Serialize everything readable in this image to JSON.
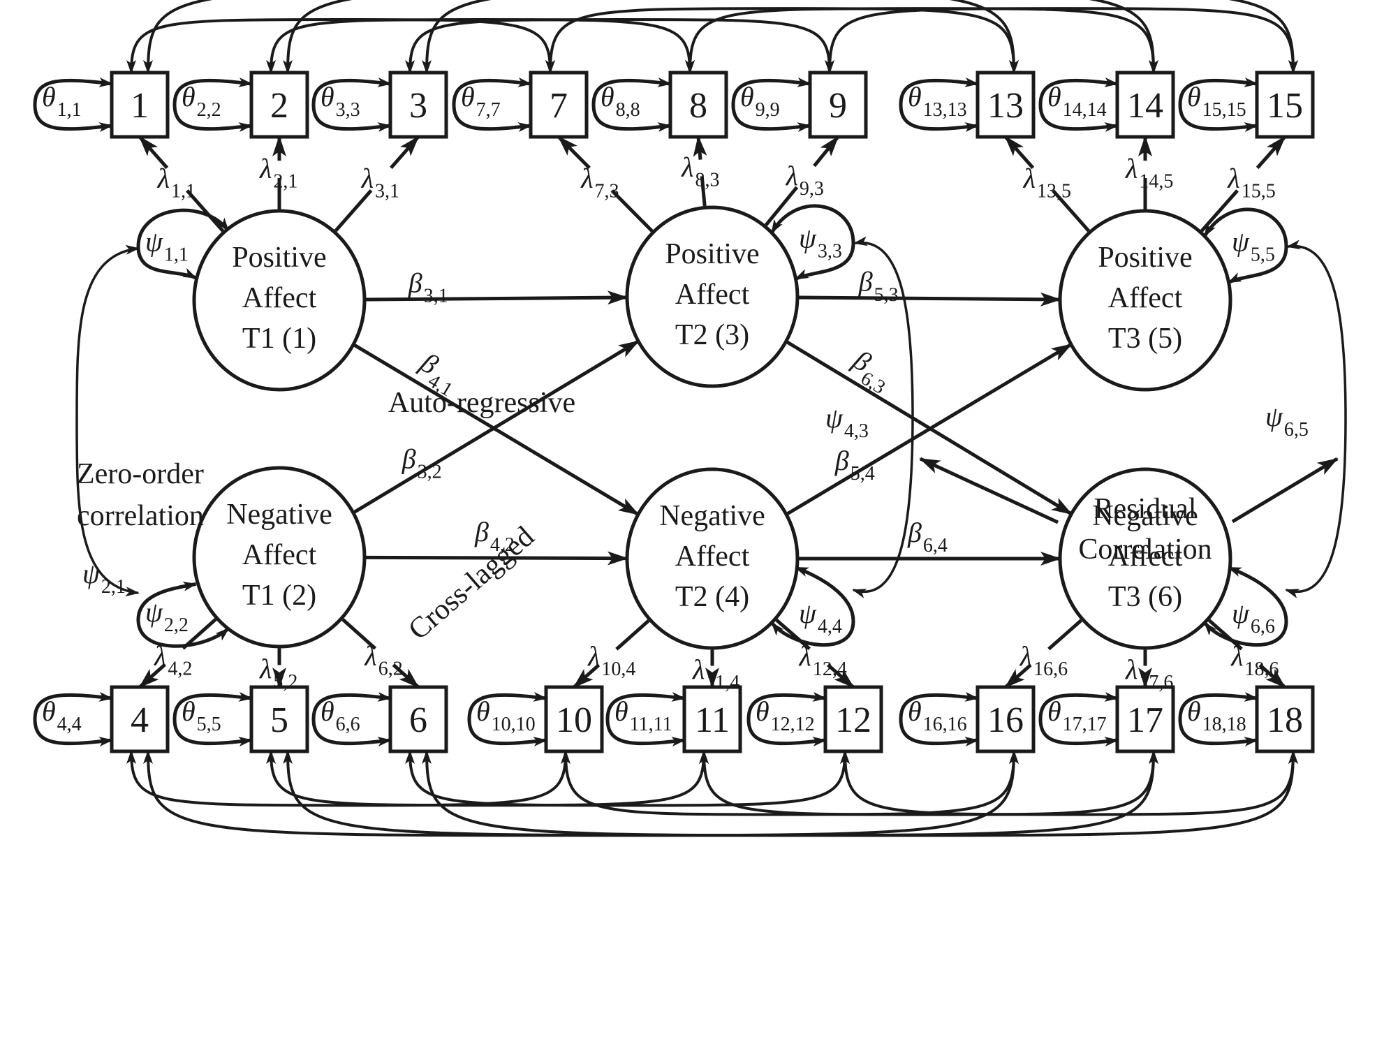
{
  "diagram": {
    "type": "structural-equation-model",
    "colors": {
      "ink": "#1a1a1a",
      "background": "#ffffff"
    },
    "latents": [
      {
        "id": 1,
        "lines": [
          "Positive",
          "Affect",
          "T1 (1)"
        ]
      },
      {
        "id": 2,
        "lines": [
          "Negative",
          "Affect",
          "T1 (2)"
        ]
      },
      {
        "id": 3,
        "lines": [
          "Positive",
          "Affect",
          "T2 (3)"
        ]
      },
      {
        "id": 4,
        "lines": [
          "Negative",
          "Affect",
          "T2 (4)"
        ]
      },
      {
        "id": 5,
        "lines": [
          "Positive",
          "Affect",
          "T3 (5)"
        ]
      },
      {
        "id": 6,
        "lines": [
          "Negative",
          "Affect",
          "T3 (6)"
        ]
      }
    ],
    "indicators_top": [
      {
        "label": "1",
        "theta": {
          "sym": "θ",
          "sub": "1,1"
        },
        "lambda": {
          "sym": "λ",
          "sub": "1,1"
        },
        "factor": 1
      },
      {
        "label": "2",
        "theta": {
          "sym": "θ",
          "sub": "2,2"
        },
        "lambda": {
          "sym": "λ",
          "sub": "2,1"
        },
        "factor": 1
      },
      {
        "label": "3",
        "theta": {
          "sym": "θ",
          "sub": "3,3"
        },
        "lambda": {
          "sym": "λ",
          "sub": "3,1"
        },
        "factor": 1
      },
      {
        "label": "7",
        "theta": {
          "sym": "θ",
          "sub": "7,7"
        },
        "lambda": {
          "sym": "λ",
          "sub": "7,3"
        },
        "factor": 3
      },
      {
        "label": "8",
        "theta": {
          "sym": "θ",
          "sub": "8,8"
        },
        "lambda": {
          "sym": "λ",
          "sub": "8,3"
        },
        "factor": 3
      },
      {
        "label": "9",
        "theta": {
          "sym": "θ",
          "sub": "9,9"
        },
        "lambda": {
          "sym": "λ",
          "sub": "9,3"
        },
        "factor": 3
      },
      {
        "label": "13",
        "theta": {
          "sym": "θ",
          "sub": "13,13"
        },
        "lambda": {
          "sym": "λ",
          "sub": "13,5"
        },
        "factor": 5
      },
      {
        "label": "14",
        "theta": {
          "sym": "θ",
          "sub": "14,14"
        },
        "lambda": {
          "sym": "λ",
          "sub": "14,5"
        },
        "factor": 5
      },
      {
        "label": "15",
        "theta": {
          "sym": "θ",
          "sub": "15,15"
        },
        "lambda": {
          "sym": "λ",
          "sub": "15,5"
        },
        "factor": 5
      }
    ],
    "indicators_bottom": [
      {
        "label": "4",
        "theta": {
          "sym": "θ",
          "sub": "4,4"
        },
        "lambda": {
          "sym": "λ",
          "sub": "4,2"
        },
        "factor": 2
      },
      {
        "label": "5",
        "theta": {
          "sym": "θ",
          "sub": "5,5"
        },
        "lambda": {
          "sym": "λ",
          "sub": "5,2"
        },
        "factor": 2
      },
      {
        "label": "6",
        "theta": {
          "sym": "θ",
          "sub": "6,6"
        },
        "lambda": {
          "sym": "λ",
          "sub": "6,2"
        },
        "factor": 2
      },
      {
        "label": "10",
        "theta": {
          "sym": "θ",
          "sub": "10,10"
        },
        "lambda": {
          "sym": "λ",
          "sub": "10,4"
        },
        "factor": 4
      },
      {
        "label": "11",
        "theta": {
          "sym": "θ",
          "sub": "11,11"
        },
        "lambda": {
          "sym": "λ",
          "sub": "11,4"
        },
        "factor": 4
      },
      {
        "label": "12",
        "theta": {
          "sym": "θ",
          "sub": "12,12"
        },
        "lambda": {
          "sym": "λ",
          "sub": "12,4"
        },
        "factor": 4
      },
      {
        "label": "16",
        "theta": {
          "sym": "θ",
          "sub": "16,16"
        },
        "lambda": {
          "sym": "λ",
          "sub": "16,6"
        },
        "factor": 6
      },
      {
        "label": "17",
        "theta": {
          "sym": "θ",
          "sub": "17,17"
        },
        "lambda": {
          "sym": "λ",
          "sub": "17,6"
        },
        "factor": 6
      },
      {
        "label": "18",
        "theta": {
          "sym": "θ",
          "sub": "18,18"
        },
        "lambda": {
          "sym": "λ",
          "sub": "18,6"
        },
        "factor": 6
      }
    ],
    "paths": [
      {
        "from": 1,
        "to": 3,
        "sym": "β",
        "sub": "3,1"
      },
      {
        "from": 2,
        "to": 4,
        "sym": "β",
        "sub": "4,2"
      },
      {
        "from": 3,
        "to": 5,
        "sym": "β",
        "sub": "5,3"
      },
      {
        "from": 4,
        "to": 6,
        "sym": "β",
        "sub": "6,4"
      },
      {
        "from": 1,
        "to": 4,
        "sym": "β",
        "sub": "4,1"
      },
      {
        "from": 2,
        "to": 3,
        "sym": "β",
        "sub": "3,2"
      },
      {
        "from": 3,
        "to": 6,
        "sym": "β",
        "sub": "6,3"
      },
      {
        "from": 4,
        "to": 5,
        "sym": "β",
        "sub": "5,4"
      }
    ],
    "variances": [
      {
        "factor": 1,
        "sym": "ψ",
        "sub": "1,1"
      },
      {
        "factor": 2,
        "sym": "ψ",
        "sub": "2,2"
      },
      {
        "factor": 3,
        "sym": "ψ",
        "sub": "3,3"
      },
      {
        "factor": 4,
        "sym": "ψ",
        "sub": "4,4"
      },
      {
        "factor": 5,
        "sym": "ψ",
        "sub": "5,5"
      },
      {
        "factor": 6,
        "sym": "ψ",
        "sub": "6,6"
      }
    ],
    "covariances": [
      {
        "a": 1,
        "b": 2,
        "sym": "ψ",
        "sub": "2,1"
      },
      {
        "a": 3,
        "b": 4,
        "sym": "ψ",
        "sub": "4,3"
      },
      {
        "a": 5,
        "b": 6,
        "sym": "ψ",
        "sub": "6,5"
      }
    ],
    "annotations": {
      "auto_regressive": "Auto-regressive",
      "cross_lagged": "Cross-lagged",
      "zero_order": [
        "Zero-order",
        "correlation"
      ],
      "residual": [
        "Residual",
        "Correlation"
      ]
    },
    "correlated_residuals_top": [
      [
        1,
        7
      ],
      [
        1,
        13
      ],
      [
        7,
        13
      ],
      [
        2,
        8
      ],
      [
        2,
        14
      ],
      [
        8,
        14
      ],
      [
        3,
        9
      ],
      [
        3,
        15
      ],
      [
        9,
        15
      ]
    ],
    "correlated_residuals_bottom": [
      [
        4,
        10
      ],
      [
        4,
        16
      ],
      [
        10,
        16
      ],
      [
        5,
        11
      ],
      [
        5,
        17
      ],
      [
        11,
        17
      ],
      [
        6,
        12
      ],
      [
        6,
        18
      ],
      [
        12,
        18
      ]
    ]
  }
}
